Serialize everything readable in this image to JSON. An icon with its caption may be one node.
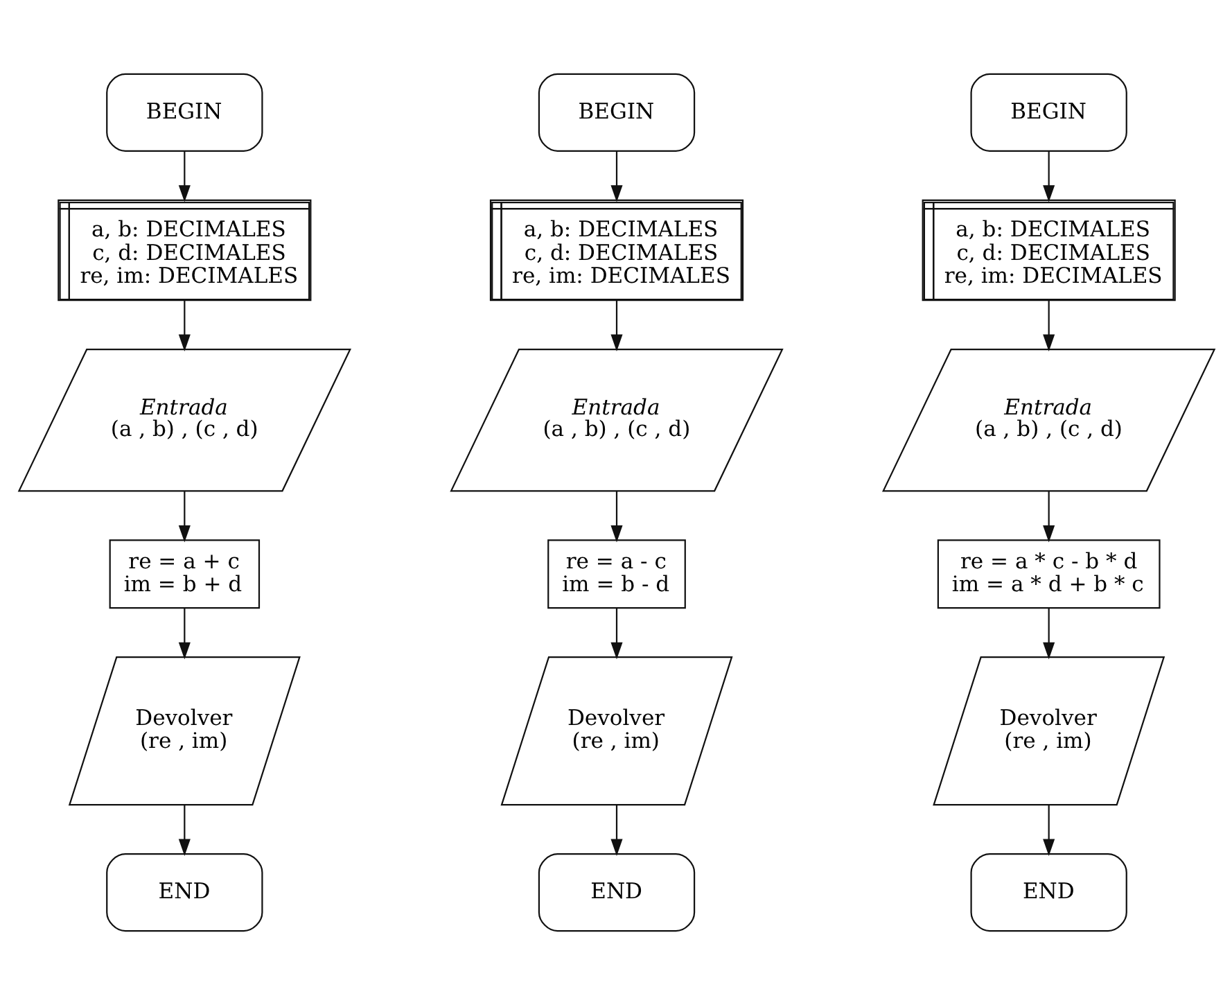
{
  "diagram": {
    "nodes": [
      {
        "text": [
          "BEGIN"
        ]
      },
      {
        "text": [
          "a, b: DECIMALES",
          "c, d: DECIMALES",
          "re, im: DECIMALES"
        ]
      },
      {
        "text": [
          "Entrada",
          "(a , b) , (c , d)"
        ]
      },
      {
        "text": [
          "re = a + c",
          "im = b + d"
        ]
      },
      {
        "text": [
          "Devolver",
          "(re , im)"
        ]
      },
      {
        "text": [
          "END"
        ]
      },
      {
        "text": [
          "BEGIN"
        ]
      },
      {
        "text": [
          "a, b: DECIMALES",
          "c, d: DECIMALES",
          "re, im: DECIMALES"
        ]
      },
      {
        "text": [
          "Entrada",
          "(a , b) , (c , d)"
        ]
      },
      {
        "text": [
          "re = a - c",
          "im = b - d"
        ]
      },
      {
        "text": [
          "Devolver",
          "(re , im)"
        ]
      },
      {
        "text": [
          "END"
        ]
      },
      {
        "text": [
          "BEGIN"
        ]
      },
      {
        "text": [
          "a, b: DECIMALES",
          "c, d: DECIMALES",
          "re, im: DECIMALES"
        ]
      },
      {
        "text": [
          "Entrada",
          "(a , b) , (c , d)"
        ]
      },
      {
        "text": [
          "re = a * c - b * d",
          "im = a * d + b * c"
        ]
      },
      {
        "text": [
          "Devolver",
          "(re , im)"
        ]
      },
      {
        "text": [
          "END"
        ]
      }
    ],
    "edges": [
      {
        "from": 0,
        "to": 1,
        "arrow": "to"
      },
      {
        "from": 1,
        "to": 2,
        "arrow": "to"
      },
      {
        "from": 2,
        "to": 3,
        "arrow": "to"
      },
      {
        "from": 3,
        "to": 4,
        "arrow": "to"
      },
      {
        "from": 4,
        "to": 5,
        "arrow": "to"
      },
      {
        "from": 6,
        "to": 7,
        "arrow": "to"
      },
      {
        "from": 7,
        "to": 8,
        "arrow": "to"
      },
      {
        "from": 8,
        "to": 9,
        "arrow": "to"
      },
      {
        "from": 9,
        "to": 10,
        "arrow": "to"
      },
      {
        "from": 10,
        "to": 11,
        "arrow": "to"
      },
      {
        "from": 12,
        "to": 13,
        "arrow": "to"
      },
      {
        "from": 13,
        "to": 14,
        "arrow": "to"
      },
      {
        "from": 14,
        "to": 15,
        "arrow": "to"
      },
      {
        "from": 15,
        "to": 16,
        "arrow": "to"
      },
      {
        "from": 16,
        "to": 17,
        "arrow": "to"
      }
    ]
  }
}
